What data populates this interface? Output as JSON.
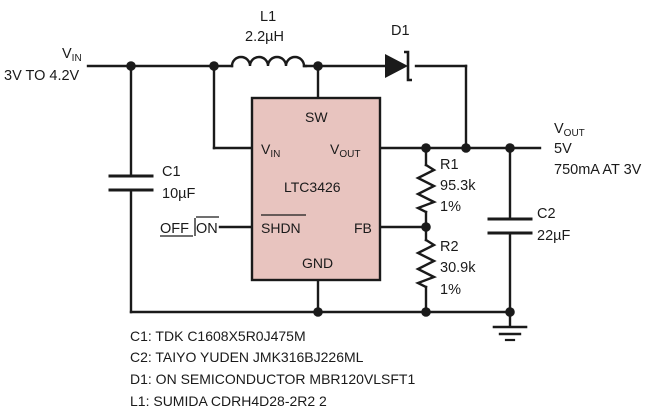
{
  "input": {
    "label_main": "V",
    "label_sub": "IN",
    "range": "3V TO 4.2V"
  },
  "inductor": {
    "ref": "L1",
    "value": "2.2µH"
  },
  "diode": {
    "ref": "D1"
  },
  "ic": {
    "part": "LTC3426",
    "pins": {
      "sw": "SW",
      "vin_main": "V",
      "vin_sub": "IN",
      "vout_main": "V",
      "vout_sub": "OUT",
      "shdn": "SHDN",
      "fb": "FB",
      "gnd": "GND"
    }
  },
  "shutdown": {
    "off": "OFF",
    "on": "ON"
  },
  "capacitor_c1": {
    "ref": "C1",
    "value": "10µF"
  },
  "capacitor_c2": {
    "ref": "C2",
    "value": "22µF"
  },
  "resistor_r1": {
    "ref": "R1",
    "value": "95.3k",
    "tolerance": "1%"
  },
  "resistor_r2": {
    "ref": "R2",
    "value": "30.9k",
    "tolerance": "1%"
  },
  "output": {
    "label_main": "V",
    "label_sub": "OUT",
    "voltage": "5V",
    "current": "750mA AT 3V"
  },
  "bom": [
    "C1: TDK C1608X5R0J475M",
    "C2: TAIYO YUDEN JMK316BJ226ML",
    "D1: ON SEMICONDUCTOR MBR120VLSFT1",
    "L1: SUMIDA CDRH4D28-2R2 2"
  ],
  "colors": {
    "ic_fill": "#e8c4bf",
    "ink": "#1a1a1a"
  }
}
